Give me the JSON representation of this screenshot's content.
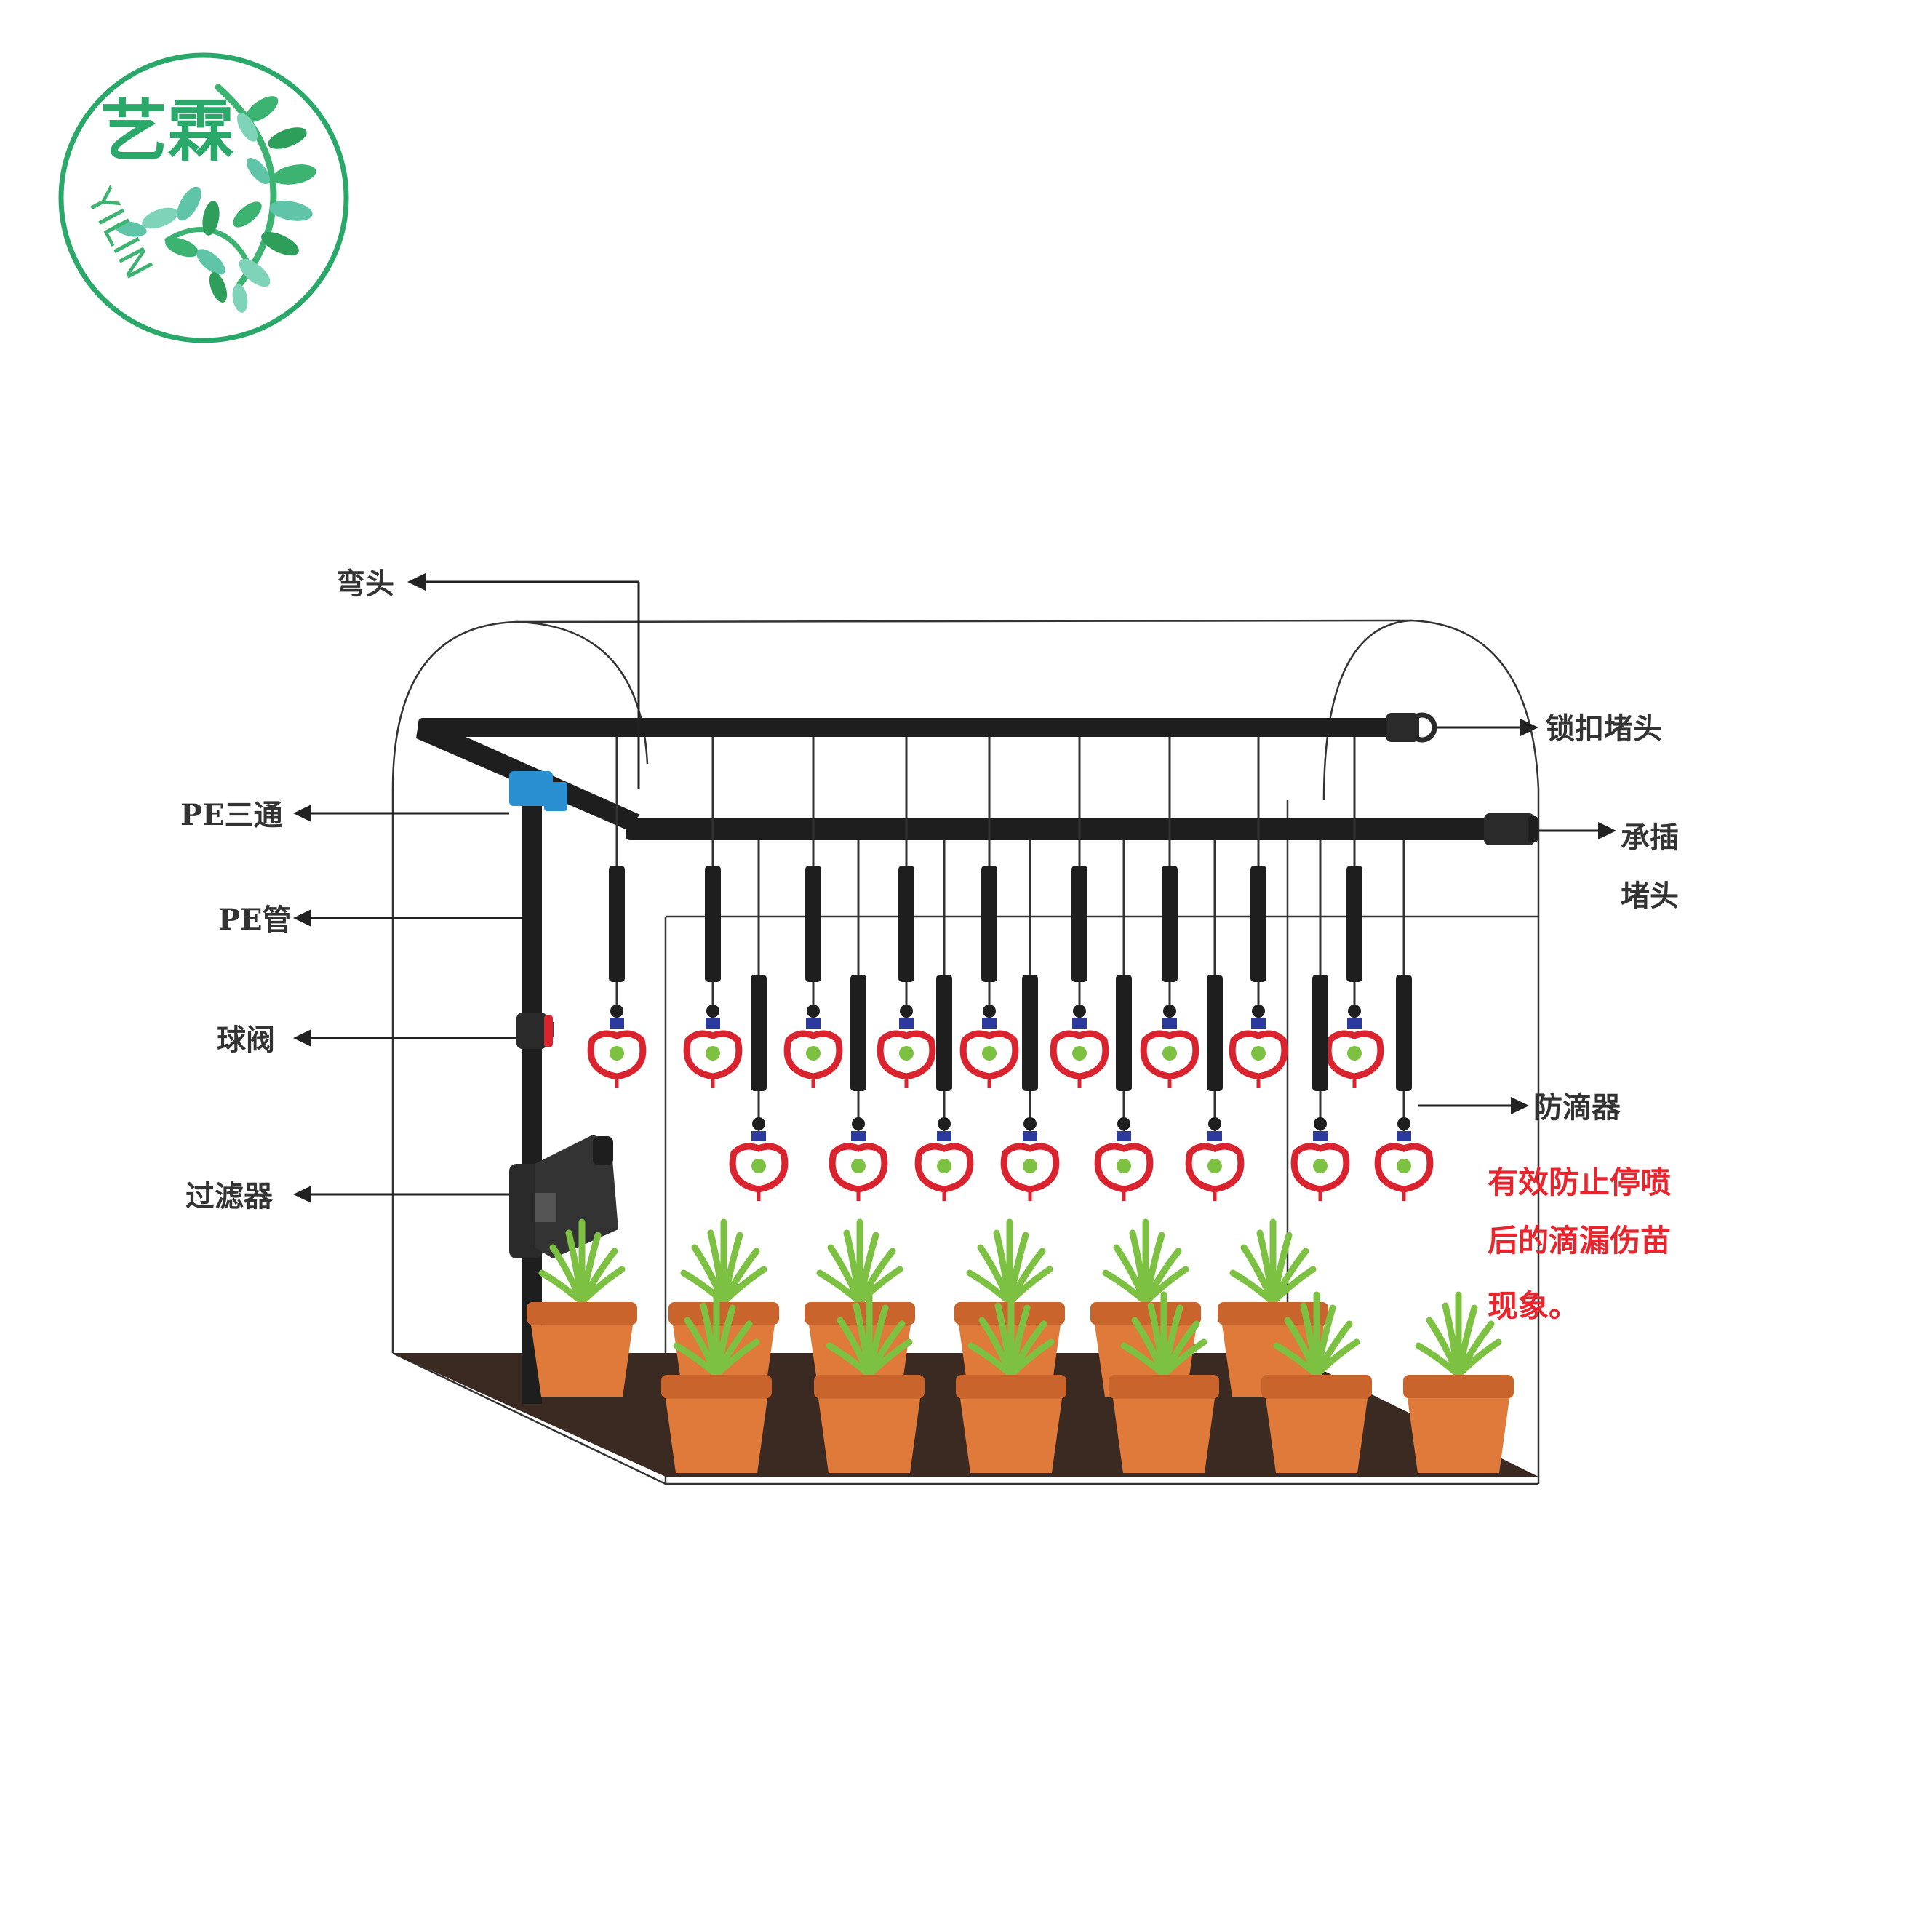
{
  "logo": {
    "name": "艺霖",
    "latin": "YILIN",
    "color": "#2aa86a",
    "leaf_colors": [
      "#3cb371",
      "#5fc4a8",
      "#2e9e5b",
      "#7fd3b8"
    ]
  },
  "labels": {
    "elbow": "弯头",
    "lock_plug": "锁扣堵头",
    "pe_tee": "PE三通",
    "socket_plug_line1": "承插",
    "socket_plug_line2": "堵头",
    "pe_pipe": "PE管",
    "ball_valve": "球阀",
    "anti_drip": "防滴器",
    "filter": "过滤器"
  },
  "note": {
    "lines": [
      "有效防止停喷",
      "后的滴漏伤苗",
      "现象。"
    ],
    "color": "#e8242c"
  },
  "colors": {
    "pipe": "#1e1e1e",
    "sprinkler": "#d9232e",
    "nozzle": "#2b3a9c",
    "pot": "#e07a3a",
    "pot_dark": "#c9652c",
    "plant": "#7cc142",
    "floor": "#3b2a22",
    "tee": "#2a8fd0"
  }
}
